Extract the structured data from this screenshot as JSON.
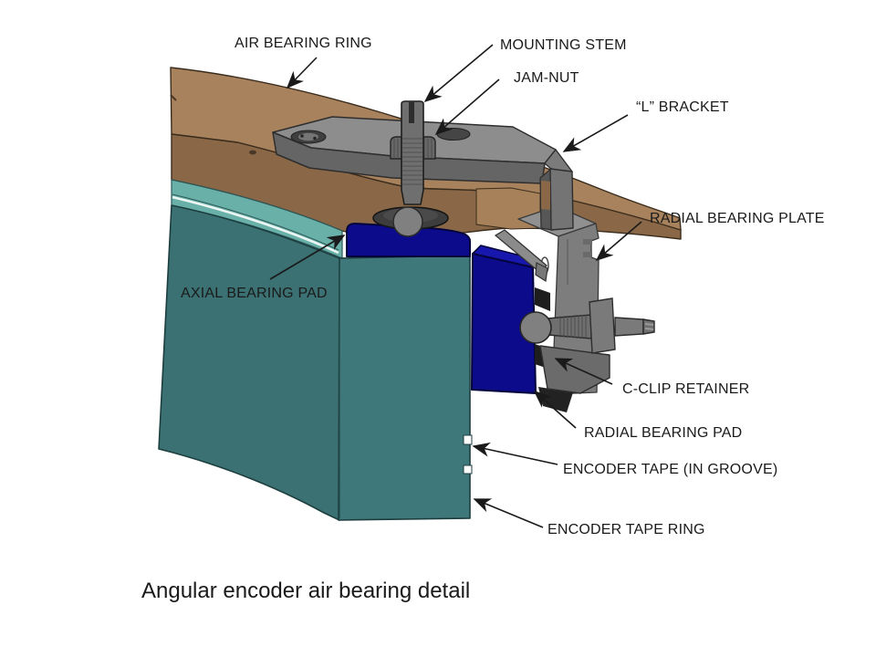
{
  "caption": "Angular encoder air bearing detail",
  "labels": [
    {
      "id": "air-bearing-ring",
      "text": "AIR BEARING RING"
    },
    {
      "id": "mounting-stem",
      "text": "MOUNTING STEM"
    },
    {
      "id": "jam-nut",
      "text": "JAM-NUT"
    },
    {
      "id": "l-bracket",
      "text": "“L” BRACKET"
    },
    {
      "id": "radial-bearing-plate",
      "text": "RADIAL BEARING PLATE"
    },
    {
      "id": "axial-bearing-pad",
      "text": "AXIAL BEARING PAD"
    },
    {
      "id": "c-clip-retainer",
      "text": "C-CLIP RETAINER"
    },
    {
      "id": "radial-bearing-pad",
      "text": "RADIAL BEARING PAD"
    },
    {
      "id": "encoder-tape",
      "text": "ENCODER TAPE (IN GROOVE)"
    },
    {
      "id": "encoder-tape-ring",
      "text": "ENCODER TAPE RING"
    }
  ],
  "colors": {
    "ring_top": "#a8825d",
    "ring_front": "#8a6847",
    "ring_cut": "#a7815a",
    "teal_top": "#68b0a8",
    "teal_front": "#3b7173",
    "teal_front2": "#3f787a",
    "pad_blue": "#0b0b8c",
    "pad_blue_top": "#1717ad",
    "metal_light": "#8d8d8d",
    "metal_mid": "#747474",
    "metal_dark": "#656565",
    "metal_plate": "#7d7d7d",
    "stem_gray": "#6f6f6f",
    "ball_gray": "#808080",
    "disc_dark": "#3d3d3d",
    "shadow_black": "#1e1e1e",
    "arrow": "#1a1a1a"
  }
}
